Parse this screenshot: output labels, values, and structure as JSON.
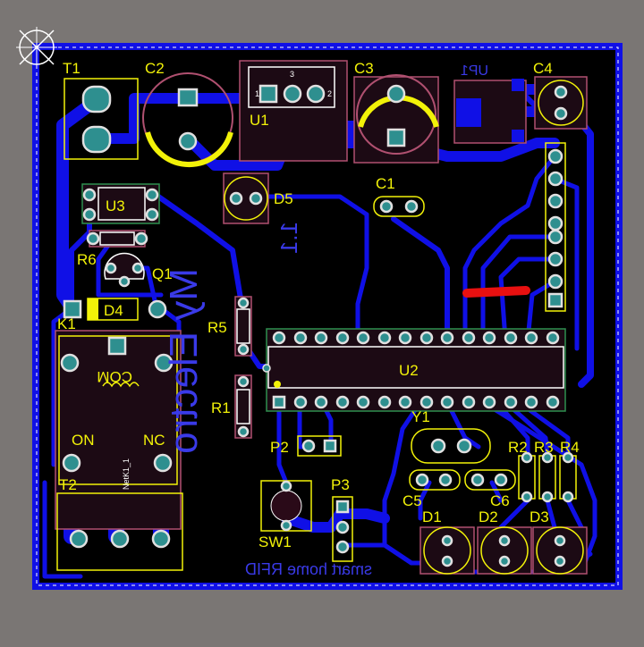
{
  "components": {
    "T1": "T1",
    "C2": "C2",
    "U1": "U1",
    "C3": "C3",
    "UP1": "UP1",
    "C4": "C4",
    "U3": "U3",
    "D5": "D5",
    "C1": "C1",
    "R6": "R6",
    "Q1": "Q1",
    "D4": "D4",
    "K1": "K1",
    "R5": "R5",
    "U2": "U2",
    "R1": "R1",
    "Y1": "Y1",
    "P2": "P2",
    "P3_a": "P3",
    "R2": "R2",
    "R3": "R3",
    "R4": "R4",
    "T2": "T2",
    "C5": "C5",
    "C6": "C6",
    "SW1": "SW1",
    "P3_b": "P3",
    "D1": "D1",
    "D2": "D2",
    "D3": "D3"
  },
  "relay": {
    "com": "COM",
    "on": "ON",
    "nc": "NC",
    "net": "NetK1_1"
  },
  "u1_pins": {
    "p1": "1",
    "p2": "2",
    "p3": "3"
  },
  "bottom_text": {
    "brand": "My Electro",
    "subtitle": "smart home RFID",
    "version": "1.1"
  },
  "colors": {
    "background": "#7a7674",
    "board": "#000000",
    "copper_bottom": "#1010e6",
    "silkscreen": "#f2f208",
    "pad": "#2e8f8f",
    "top_trace": "#e81010"
  }
}
